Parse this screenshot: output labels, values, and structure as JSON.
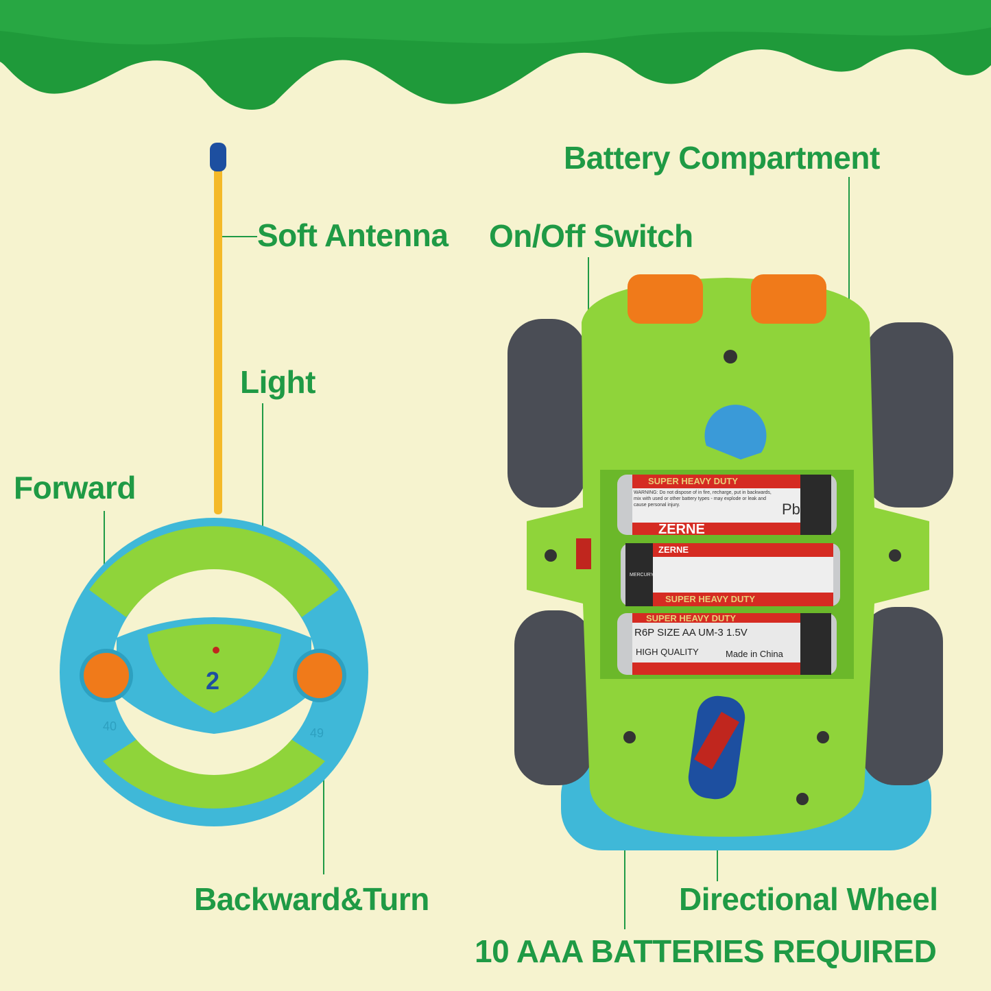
{
  "labels": {
    "battery_compartment": "Battery Compartment",
    "soft_antenna": "Soft Antenna",
    "on_off_switch": "On/Off Switch",
    "light": "Light",
    "forward": "Forward",
    "backward_turn": "Backward&Turn",
    "directional_wheel": "Directional Wheel",
    "batteries_required": "10 AAA BATTERIES REQUIRED"
  },
  "remote": {
    "badge": "2",
    "number_left": "40",
    "number_right": "49"
  },
  "batteries": {
    "brand": "ZERNE",
    "heading": "SUPER HEAVY DUTY",
    "warning": "WARNING: Do not dispose of in fire, recharge, put in backwards, mix with used or other battery types - may explode or leak and cause personal injury.",
    "pb": "Pb",
    "side": "MERCURY ADDED",
    "spec": "R6P SIZE AA UM-3 1.5V",
    "quality": "HIGH QUALITY",
    "origin": "Made in China"
  },
  "colors": {
    "text": "#1f9a45",
    "background": "#f6f3cf",
    "slime": "#1f9a3a",
    "body": "#8fd43a",
    "remote_blue": "#3fb8d8",
    "orange": "#f07a1a"
  }
}
